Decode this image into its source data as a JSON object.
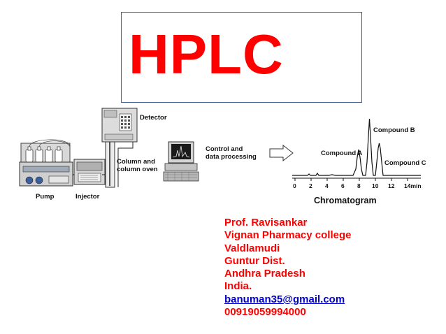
{
  "title": {
    "text": "HPLC",
    "color": "#ff0000"
  },
  "components": {
    "detector": "Detector",
    "column_line1": "Column and",
    "column_line2": "column oven",
    "pump": "Pump",
    "injector": "Injector",
    "control_line1": "Control and",
    "control_line2": "data processing"
  },
  "chromatogram": {
    "title": "Chromatogram",
    "peaks": [
      "Compound A",
      "Compound B",
      "Compound C"
    ],
    "ticks": [
      "0",
      "2",
      "4",
      "6",
      "8",
      "10",
      "12",
      "14min"
    ]
  },
  "author": {
    "lines": [
      "Prof. Ravisankar",
      "Vignan Pharmacy college",
      "Valdlamudi",
      "Guntur Dist.",
      "Andhra Pradesh",
      "India."
    ],
    "email": "banuman35@gmail.com",
    "phone": "00919059994000",
    "text_color": "#ff0000",
    "link_color": "#0000cc"
  }
}
